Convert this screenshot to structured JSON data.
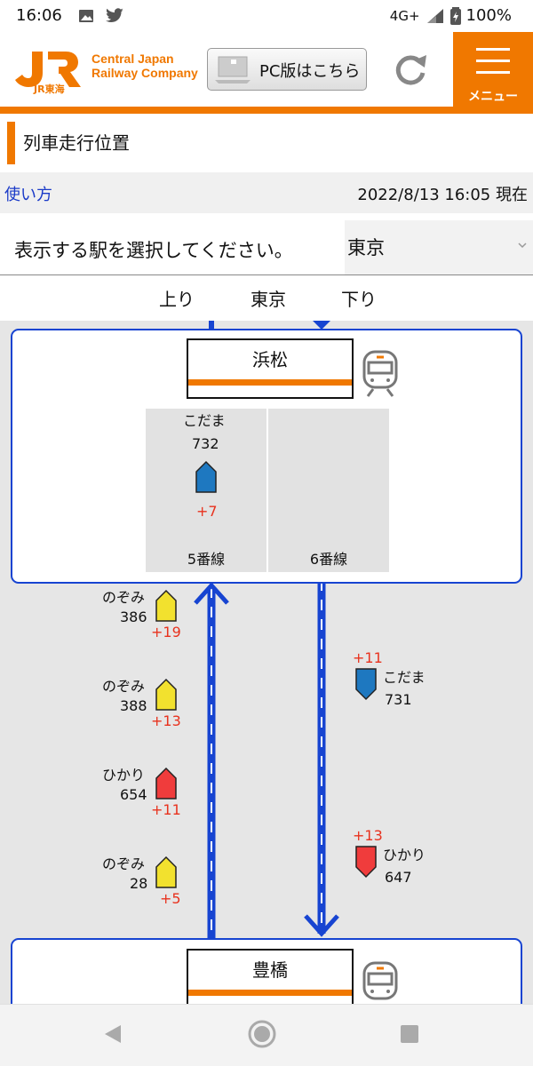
{
  "status_bar": {
    "time": "16:06",
    "network": "4G+",
    "battery": "100%"
  },
  "header": {
    "logo_text": "JR東海",
    "company_line1": "Central Japan",
    "company_line2": "Railway Company",
    "pc_button_label": "PC版はこちら",
    "menu_label": "メニュー"
  },
  "page": {
    "title": "列車走行位置",
    "how_to_link": "使い方",
    "timestamp": "2022/8/13 16:05 現在",
    "select_prompt": "表示する駅を選択してください。",
    "selected_station": "東京"
  },
  "direction": {
    "up": "上り",
    "center": "東京",
    "down": "下り"
  },
  "stations": [
    {
      "name": "浜松",
      "platforms": [
        {
          "label": "5番線",
          "train": {
            "name": "こだま",
            "number": "732",
            "delay": "+7",
            "color": "#1e78c0"
          }
        },
        {
          "label": "6番線",
          "train": null
        }
      ]
    },
    {
      "name": "豊橋"
    }
  ],
  "up_trains": [
    {
      "name": "のぞみ",
      "number": "386",
      "delay": "+19",
      "color": "#f2e12e"
    },
    {
      "name": "のぞみ",
      "number": "388",
      "delay": "+13",
      "color": "#f2e12e"
    },
    {
      "name": "ひかり",
      "number": "654",
      "delay": "+11",
      "color": "#f03c3c"
    },
    {
      "name": "のぞみ",
      "number": "28",
      "delay": "+5",
      "color": "#f2e12e"
    }
  ],
  "down_trains": [
    {
      "name": "こだま",
      "number": "731",
      "delay": "+11",
      "color": "#1e78c0"
    },
    {
      "name": "ひかり",
      "number": "647",
      "delay": "+13",
      "color": "#f03c3c"
    }
  ],
  "colors": {
    "brand": "#f07800",
    "track": "#1744d1",
    "delay": "#e8321e",
    "link": "#1a3ac8"
  },
  "icons": [
    "image-icon",
    "twitter-icon",
    "signal-icon",
    "battery-icon",
    "laptop-icon",
    "reload-icon",
    "menu-icon",
    "train-icon",
    "chevron-down-icon",
    "back-icon",
    "home-icon",
    "recents-icon"
  ]
}
